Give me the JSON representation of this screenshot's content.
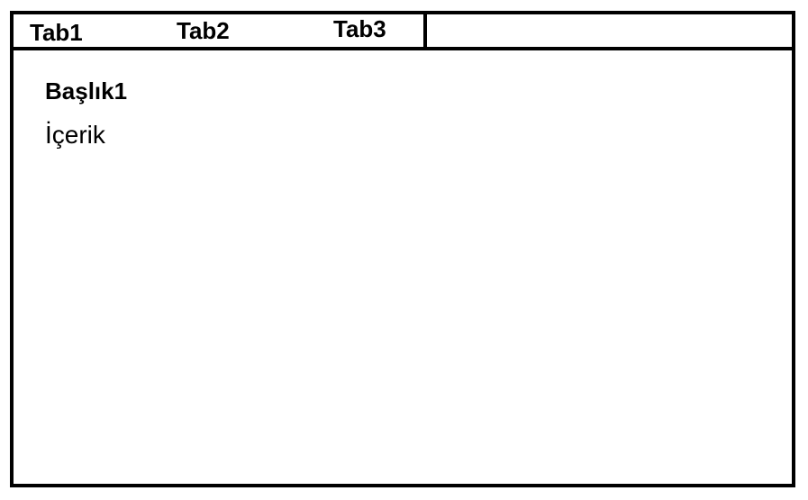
{
  "tabs": [
    {
      "label": "Tab1"
    },
    {
      "label": "Tab2"
    },
    {
      "label": "Tab3"
    }
  ],
  "panel": {
    "heading": "Başlık1",
    "content": "İçerik"
  }
}
